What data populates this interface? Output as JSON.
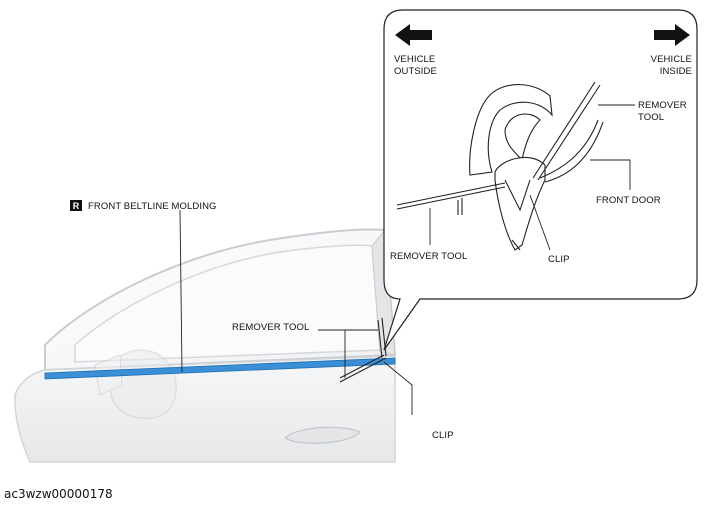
{
  "labels": {
    "r_badge": "R",
    "front_beltline_molding": "FRONT BELTLINE MOLDING",
    "remover_tool_main": "REMOVER TOOL",
    "clip_main": "CLIP",
    "vehicle_outside_line1": "VEHICLE",
    "vehicle_outside_line2": "OUTSIDE",
    "vehicle_inside_line1": "VEHICLE",
    "vehicle_inside_line2": "INSIDE",
    "remover_tool_detail_line1": "REMOVER",
    "remover_tool_detail_line2": "TOOL",
    "front_door": "FRONT DOOR",
    "remover_tool_detail_left": "REMOVER TOOL",
    "clip_detail": "CLIP"
  },
  "caption": "ac3wzw00000178",
  "colors": {
    "molding": "#3a8fd6",
    "door_line": "#c9ccd0",
    "door_fill": "#f1f2f3",
    "ink": "#111111"
  },
  "icons": {
    "arrow_left": "arrow-left-icon",
    "arrow_right": "arrow-right-icon"
  }
}
